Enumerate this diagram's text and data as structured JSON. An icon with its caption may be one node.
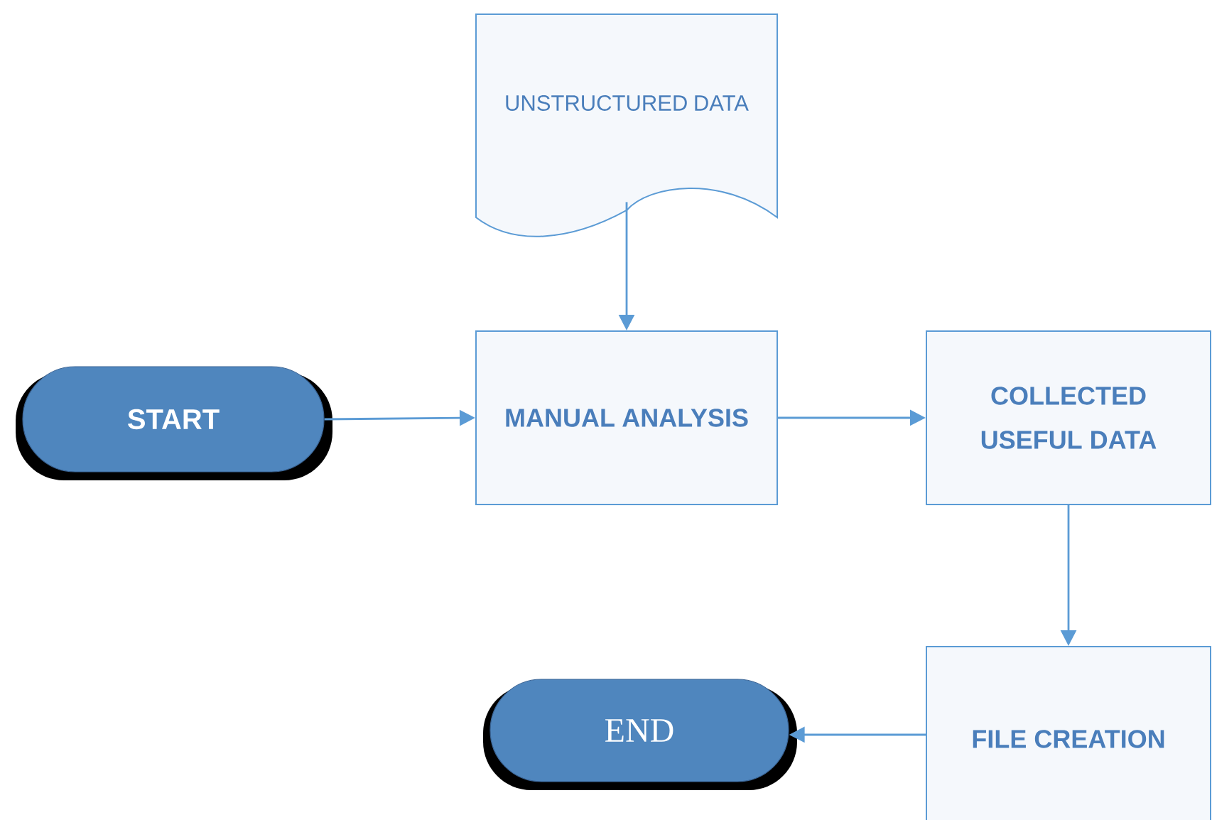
{
  "diagram": {
    "nodes": [
      {
        "text": [
          "START"
        ]
      },
      {
        "text": [
          "UNSTRUCTURED DATA"
        ]
      },
      {
        "text": [
          "MANUAL ANALYSIS"
        ]
      },
      {
        "text": [
          "COLLECTED USEFUL DATA"
        ]
      },
      {
        "text": [
          "FILE CREATION"
        ]
      },
      {
        "text": [
          "END"
        ]
      }
    ],
    "edges": [
      {
        "from": 1,
        "to": 2,
        "arrow": "to"
      },
      {
        "from": 0,
        "to": 2,
        "arrow": "to"
      },
      {
        "from": 2,
        "to": 3,
        "arrow": "to"
      },
      {
        "from": 3,
        "to": 4,
        "arrow": "to"
      },
      {
        "from": 4,
        "to": 5,
        "arrow": "to"
      }
    ]
  }
}
